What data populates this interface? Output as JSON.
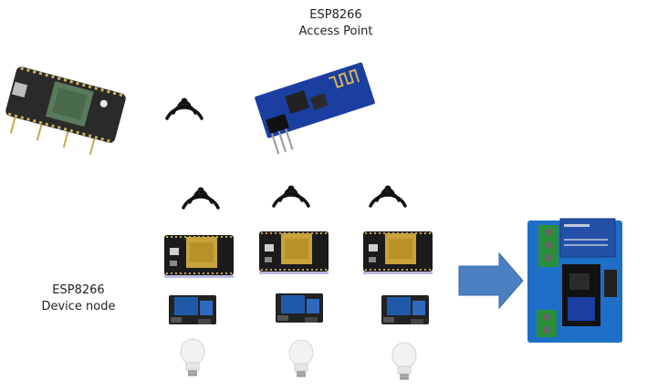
{
  "access_point": {
    "line1": "ESP8266",
    "line2": "Access Point"
  },
  "device_node": {
    "line1": "ESP8266",
    "line2": "Device node"
  },
  "colors": {
    "arrow_fill": "#4a7fc1",
    "esp01_blue": "#1a3fa0",
    "nodemcu_black": "#1b1b1b",
    "relay_blue": "#1f5aa8",
    "pcb_blue": "#1e6fc8",
    "bulb_white": "#f2f2f2",
    "bulb_base": "#b5b5b5"
  },
  "icons": {
    "wifi": "wifi-signal-icon",
    "arrow": "right-arrow-icon"
  }
}
